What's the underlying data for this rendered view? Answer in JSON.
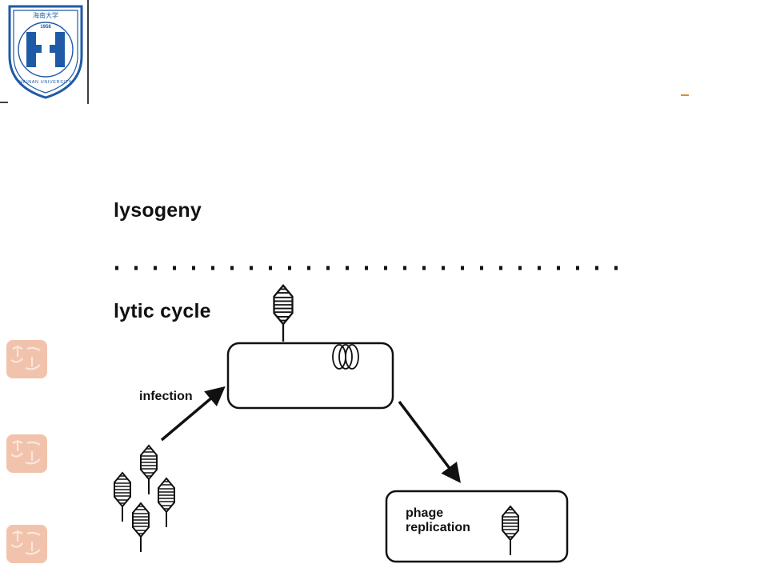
{
  "logo": {
    "year": "1958",
    "institution_chinese": "海南大学",
    "institution_english": "HAINAN UNIVERSITY",
    "monogram": "HN"
  },
  "diagram": {
    "lysogeny_label": "lysogeny",
    "lytic_label": "lytic cycle",
    "infection_label": "infection",
    "box_label_line1": "phage",
    "box_label_line2": "replication"
  },
  "decor": {
    "seal_color": "#f2c3ac",
    "accent_color": "#d98c3a",
    "logo_color": "#1f5aa6"
  }
}
